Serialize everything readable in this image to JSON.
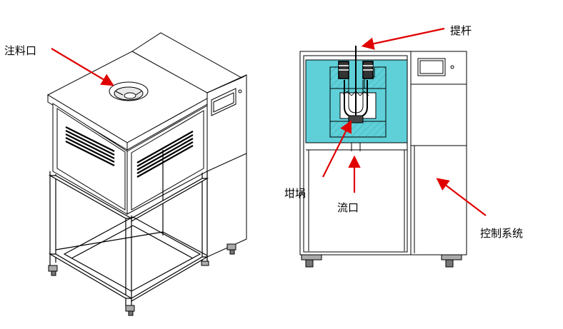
{
  "labels": {
    "fill_port": "注料口",
    "lift_rod": "提杆",
    "crucible": "坩埚",
    "outlet": "流口",
    "control_system": "控制系统"
  },
  "colors": {
    "line": "#000000",
    "arrow": "#e00000",
    "water": "#5fcfd8",
    "panel": "#ffffff"
  }
}
